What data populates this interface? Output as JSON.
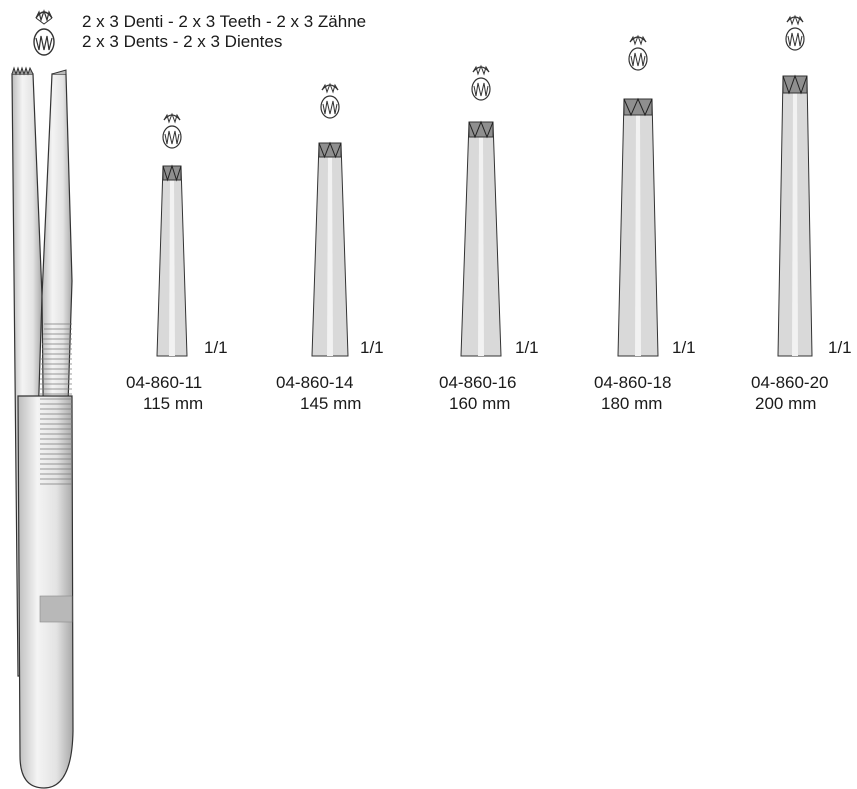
{
  "header": {
    "line1": "2 x 3 Denti - 2 x 3 Teeth - 2 x 3 Zähne",
    "line2": "2 x 3 Dents - 2 x 3 Dientes",
    "icon": "tooth-pattern-icon"
  },
  "instrument": {
    "name": "forceps-illustration"
  },
  "variants": [
    {
      "code": "04-860-11",
      "length": "115 mm",
      "scale": "1/1"
    },
    {
      "code": "04-860-14",
      "length": "145 mm",
      "scale": "1/1"
    },
    {
      "code": "04-860-16",
      "length": "160 mm",
      "scale": "1/1"
    },
    {
      "code": "04-860-18",
      "length": "180 mm",
      "scale": "1/1"
    },
    {
      "code": "04-860-20",
      "length": "200 mm",
      "scale": "1/1"
    }
  ],
  "colors": {
    "steel": "#d9d9d9",
    "steel_light": "#f2f2f2",
    "steel_dark": "#8f8f8f",
    "outline": "#333333"
  }
}
